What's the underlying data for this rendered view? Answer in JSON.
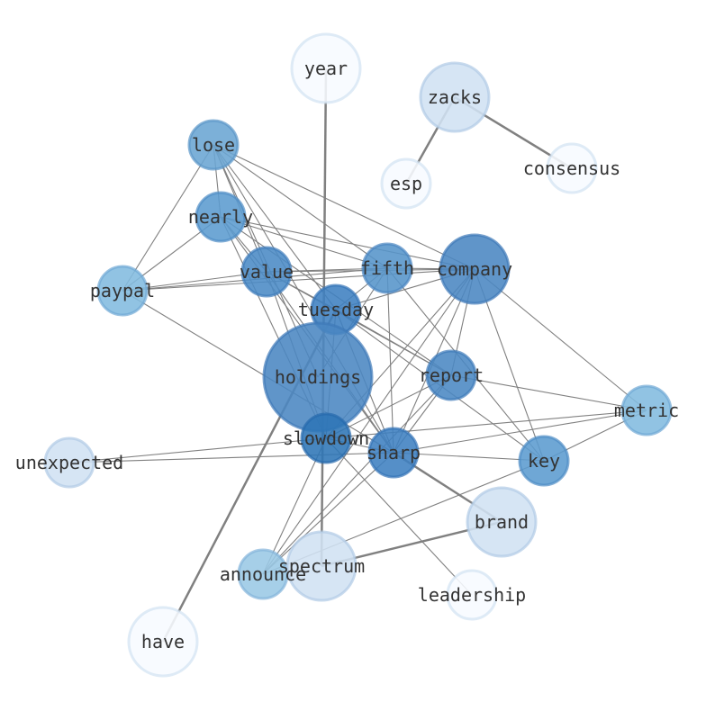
{
  "graph": {
    "nodes": [
      {
        "id": "year",
        "label": "year",
        "color": "#f7fbff"
      },
      {
        "id": "zacks",
        "label": "zacks",
        "color": "#d0e1f2"
      },
      {
        "id": "consensus",
        "label": "consensus",
        "color": "#f7fbff"
      },
      {
        "id": "esp",
        "label": "esp",
        "color": "#f7fbff"
      },
      {
        "id": "lose",
        "label": "lose",
        "color": "#6aa5d3"
      },
      {
        "id": "nearly",
        "label": "nearly",
        "color": "#5b9bcf"
      },
      {
        "id": "paypal",
        "label": "paypal",
        "color": "#82bbdf"
      },
      {
        "id": "value",
        "label": "value",
        "color": "#4a8ac5"
      },
      {
        "id": "fifth",
        "label": "fifth",
        "color": "#5594ca"
      },
      {
        "id": "company",
        "label": "company",
        "color": "#4a86c2"
      },
      {
        "id": "tuesday",
        "label": "tuesday",
        "color": "#3d80c0"
      },
      {
        "id": "holdings",
        "label": "holdings",
        "color": "#4a86c2"
      },
      {
        "id": "report",
        "label": "report",
        "color": "#4a88c3"
      },
      {
        "id": "metric",
        "label": "metric",
        "color": "#82bbdf"
      },
      {
        "id": "unexpected",
        "label": "unexpected",
        "color": "#d0e1f2"
      },
      {
        "id": "slowdown",
        "label": "slowdown",
        "color": "#2e75b6"
      },
      {
        "id": "sharp",
        "label": "sharp",
        "color": "#3d80c0"
      },
      {
        "id": "key",
        "label": "key",
        "color": "#5b9bcf"
      },
      {
        "id": "brand",
        "label": "brand",
        "color": "#d0e1f2"
      },
      {
        "id": "announce",
        "label": "announce",
        "color": "#9ac8e5"
      },
      {
        "id": "spectrum",
        "label": "spectrum",
        "color": "#d0e1f2"
      },
      {
        "id": "leadership",
        "label": "leadership",
        "color": "#f7fbff"
      },
      {
        "id": "have",
        "label": "have",
        "color": "#f7fbff"
      }
    ],
    "edges": [
      [
        "year",
        "spectrum",
        2.5
      ],
      [
        "zacks",
        "esp",
        2.5
      ],
      [
        "zacks",
        "consensus",
        2.5
      ],
      [
        "tuesday",
        "have",
        2.5
      ],
      [
        "sharp",
        "brand",
        2.5
      ],
      [
        "spectrum",
        "brand",
        2.5
      ],
      [
        "lose",
        "nearly",
        1
      ],
      [
        "lose",
        "paypal",
        1
      ],
      [
        "lose",
        "value",
        1
      ],
      [
        "lose",
        "tuesday",
        1
      ],
      [
        "lose",
        "company",
        1
      ],
      [
        "lose",
        "sharp",
        1
      ],
      [
        "lose",
        "fifth",
        1
      ],
      [
        "lose",
        "holdings",
        1
      ],
      [
        "nearly",
        "paypal",
        1
      ],
      [
        "nearly",
        "fifth",
        1
      ],
      [
        "nearly",
        "company",
        1
      ],
      [
        "nearly",
        "report",
        1
      ],
      [
        "nearly",
        "sharp",
        1
      ],
      [
        "nearly",
        "slowdown",
        1
      ],
      [
        "nearly",
        "value",
        1
      ],
      [
        "paypal",
        "value",
        1
      ],
      [
        "paypal",
        "fifth",
        1
      ],
      [
        "paypal",
        "company",
        1
      ],
      [
        "paypal",
        "sharp",
        1
      ],
      [
        "value",
        "fifth",
        1
      ],
      [
        "value",
        "company",
        1
      ],
      [
        "value",
        "report",
        1
      ],
      [
        "value",
        "sharp",
        1
      ],
      [
        "value",
        "tuesday",
        1
      ],
      [
        "value",
        "slowdown",
        1
      ],
      [
        "fifth",
        "company",
        1
      ],
      [
        "fifth",
        "tuesday",
        1
      ],
      [
        "fifth",
        "sharp",
        1
      ],
      [
        "fifth",
        "key",
        1
      ],
      [
        "fifth",
        "holdings",
        1
      ],
      [
        "company",
        "tuesday",
        1
      ],
      [
        "company",
        "report",
        1
      ],
      [
        "company",
        "sharp",
        1
      ],
      [
        "company",
        "metric",
        1
      ],
      [
        "company",
        "key",
        1
      ],
      [
        "company",
        "slowdown",
        1
      ],
      [
        "company",
        "announce",
        1
      ],
      [
        "tuesday",
        "report",
        1
      ],
      [
        "tuesday",
        "sharp",
        1
      ],
      [
        "tuesday",
        "slowdown",
        1
      ],
      [
        "tuesday",
        "key",
        1
      ],
      [
        "report",
        "metric",
        1
      ],
      [
        "report",
        "sharp",
        1
      ],
      [
        "report",
        "slowdown",
        1
      ],
      [
        "report",
        "announce",
        1
      ],
      [
        "metric",
        "sharp",
        1
      ],
      [
        "metric",
        "key",
        1
      ],
      [
        "metric",
        "slowdown",
        1
      ],
      [
        "unexpected",
        "slowdown",
        1
      ],
      [
        "unexpected",
        "sharp",
        1
      ],
      [
        "slowdown",
        "sharp",
        1
      ],
      [
        "slowdown",
        "leadership",
        1
      ],
      [
        "slowdown",
        "announce",
        1
      ],
      [
        "sharp",
        "key",
        1
      ],
      [
        "sharp",
        "announce",
        1
      ],
      [
        "key",
        "announce",
        1
      ]
    ]
  }
}
